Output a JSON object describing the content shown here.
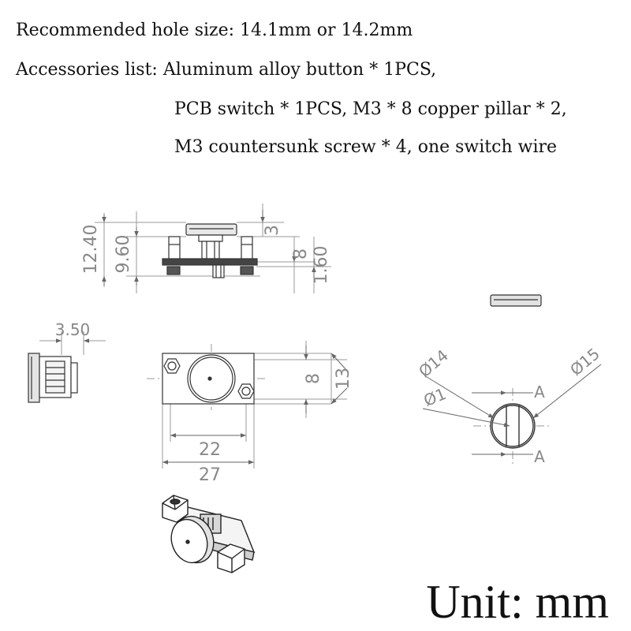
{
  "specs": {
    "hole_size": "Recommended hole size: 14.1mm or 14.2mm",
    "accessories_line1": "Accessories list: Aluminum alloy button * 1PCS,",
    "accessories_line2": "PCB switch * 1PCS, M3 * 8 copper pillar * 2,",
    "accessories_line3": "M3 countersunk screw * 4, one switch wire"
  },
  "side_view": {
    "dim_total_height": "12.40",
    "dim_board_to_top": "9.60",
    "dim_button_height": "3",
    "dim_pillar": "8",
    "dim_board": "1.60"
  },
  "end_view": {
    "dim_depth": "3.50"
  },
  "top_view": {
    "dim_board_height": "8",
    "dim_overall_height": "13",
    "dim_hole_spacing": "22",
    "dim_board_length": "27"
  },
  "button_detail": {
    "dim_button_dia": "Ø14",
    "dim_flange_dia": "Ø15",
    "dim_center_hole": "Ø1",
    "section_label_top": "A",
    "section_label_bottom": "A"
  },
  "unit_label": "Unit: mm"
}
